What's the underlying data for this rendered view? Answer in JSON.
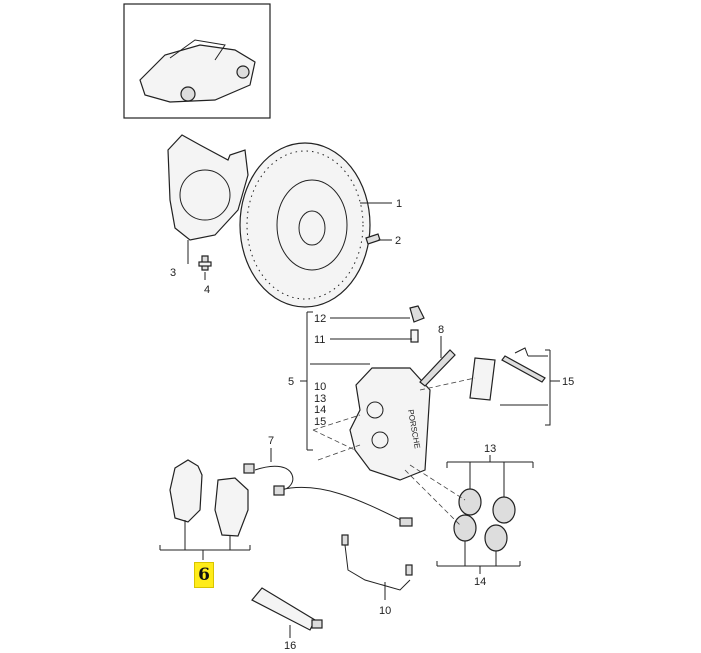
{
  "diagram": {
    "title_thumbnail": "car-overview",
    "highlight_color": "#ffec1a",
    "caliper_logo": "PORSCHE",
    "labels": {
      "brake_disc": "1",
      "disc_screw": "2",
      "splash_shield": "3",
      "shield_bolt": "4",
      "caliper_assembly": "5",
      "brake_pads": "6",
      "wear_sensor": "7",
      "caliper_bolt": "8",
      "brake_line": "10",
      "bleeder_valve": "11",
      "bleeder_cap": "12",
      "seal_ring_top": "13",
      "seal_ring_bottom": "14",
      "spring_kit": "15",
      "grease_tube": "16",
      "caliper_contents": [
        "10",
        "13",
        "14",
        "15"
      ]
    }
  }
}
